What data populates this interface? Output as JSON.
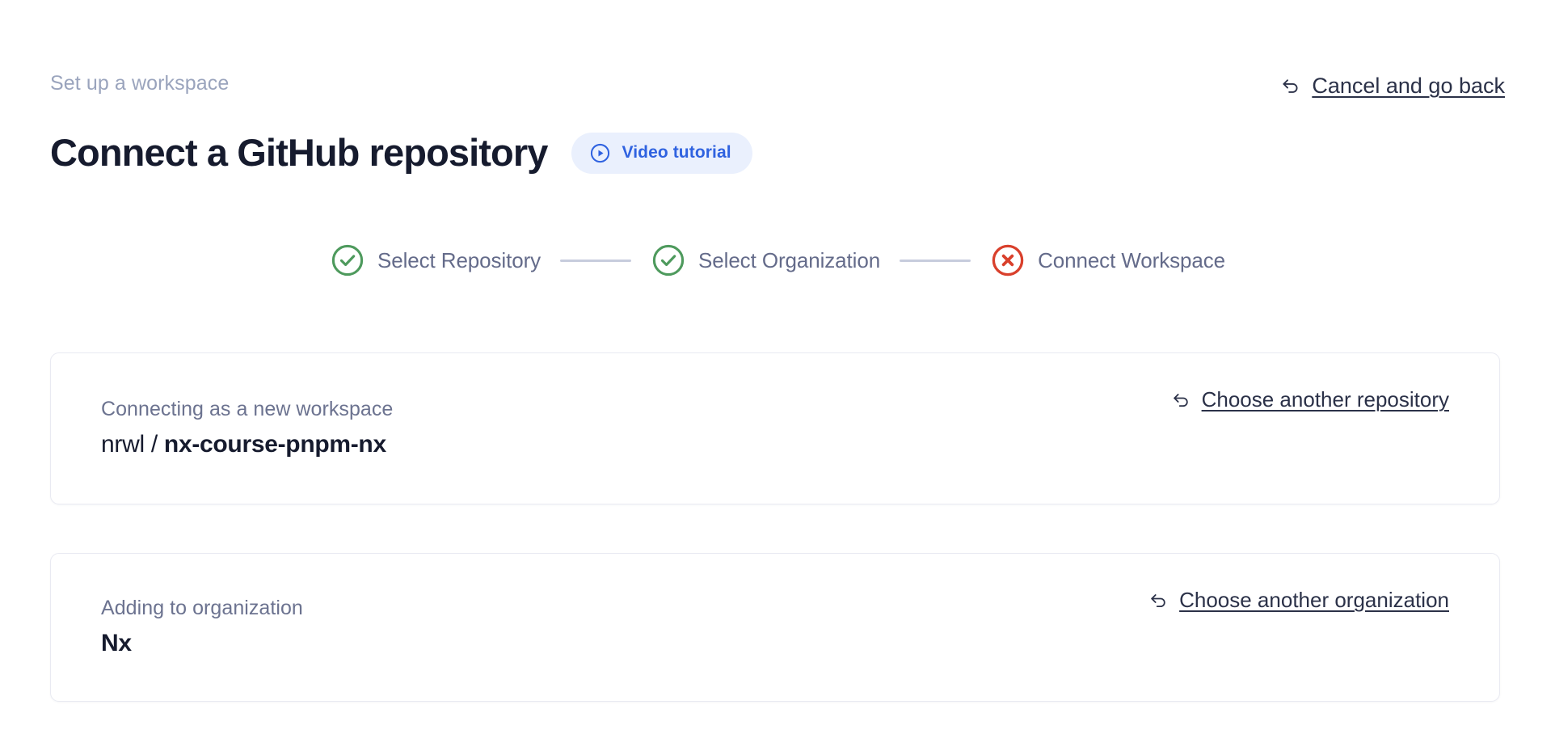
{
  "header": {
    "eyebrow": "Set up a workspace",
    "title": "Connect a GitHub repository",
    "video_badge": {
      "label": "Video tutorial",
      "icon": "play-circle-icon",
      "bg_color": "#eaf0fd",
      "text_color": "#2f62e0"
    },
    "cancel_link": {
      "label": "Cancel and go back",
      "icon": "undo-arrow-icon"
    }
  },
  "stepper": {
    "steps": [
      {
        "label": "Select Repository",
        "state": "complete",
        "icon": "check-circle-icon",
        "color": "#4e9a5d"
      },
      {
        "label": "Select Organization",
        "state": "complete",
        "icon": "check-circle-icon",
        "color": "#4e9a5d"
      },
      {
        "label": "Connect Workspace",
        "state": "error",
        "icon": "x-circle-icon",
        "color": "#d9402c"
      }
    ],
    "connector_color": "#c7ccdd",
    "label_color": "#646b8a"
  },
  "cards": [
    {
      "name": "repository-card",
      "caption": "Connecting as a new workspace",
      "value_owner": "nrwl / ",
      "value_name": "nx-course-pnpm-nx",
      "action": {
        "label": "Choose another repository",
        "icon": "undo-arrow-icon"
      }
    },
    {
      "name": "organization-card",
      "caption": "Adding to organization",
      "value_owner": "",
      "value_name": "Nx",
      "action": {
        "label": "Choose another organization",
        "icon": "undo-arrow-icon"
      }
    }
  ],
  "theme": {
    "page_bg": "#ffffff",
    "text_primary": "#161b2e",
    "text_muted": "#9aa4bd",
    "card_border": "#e9eaf2",
    "accent_blue": "#2f62e0",
    "success_green": "#4e9a5d",
    "error_red": "#d9402c"
  }
}
